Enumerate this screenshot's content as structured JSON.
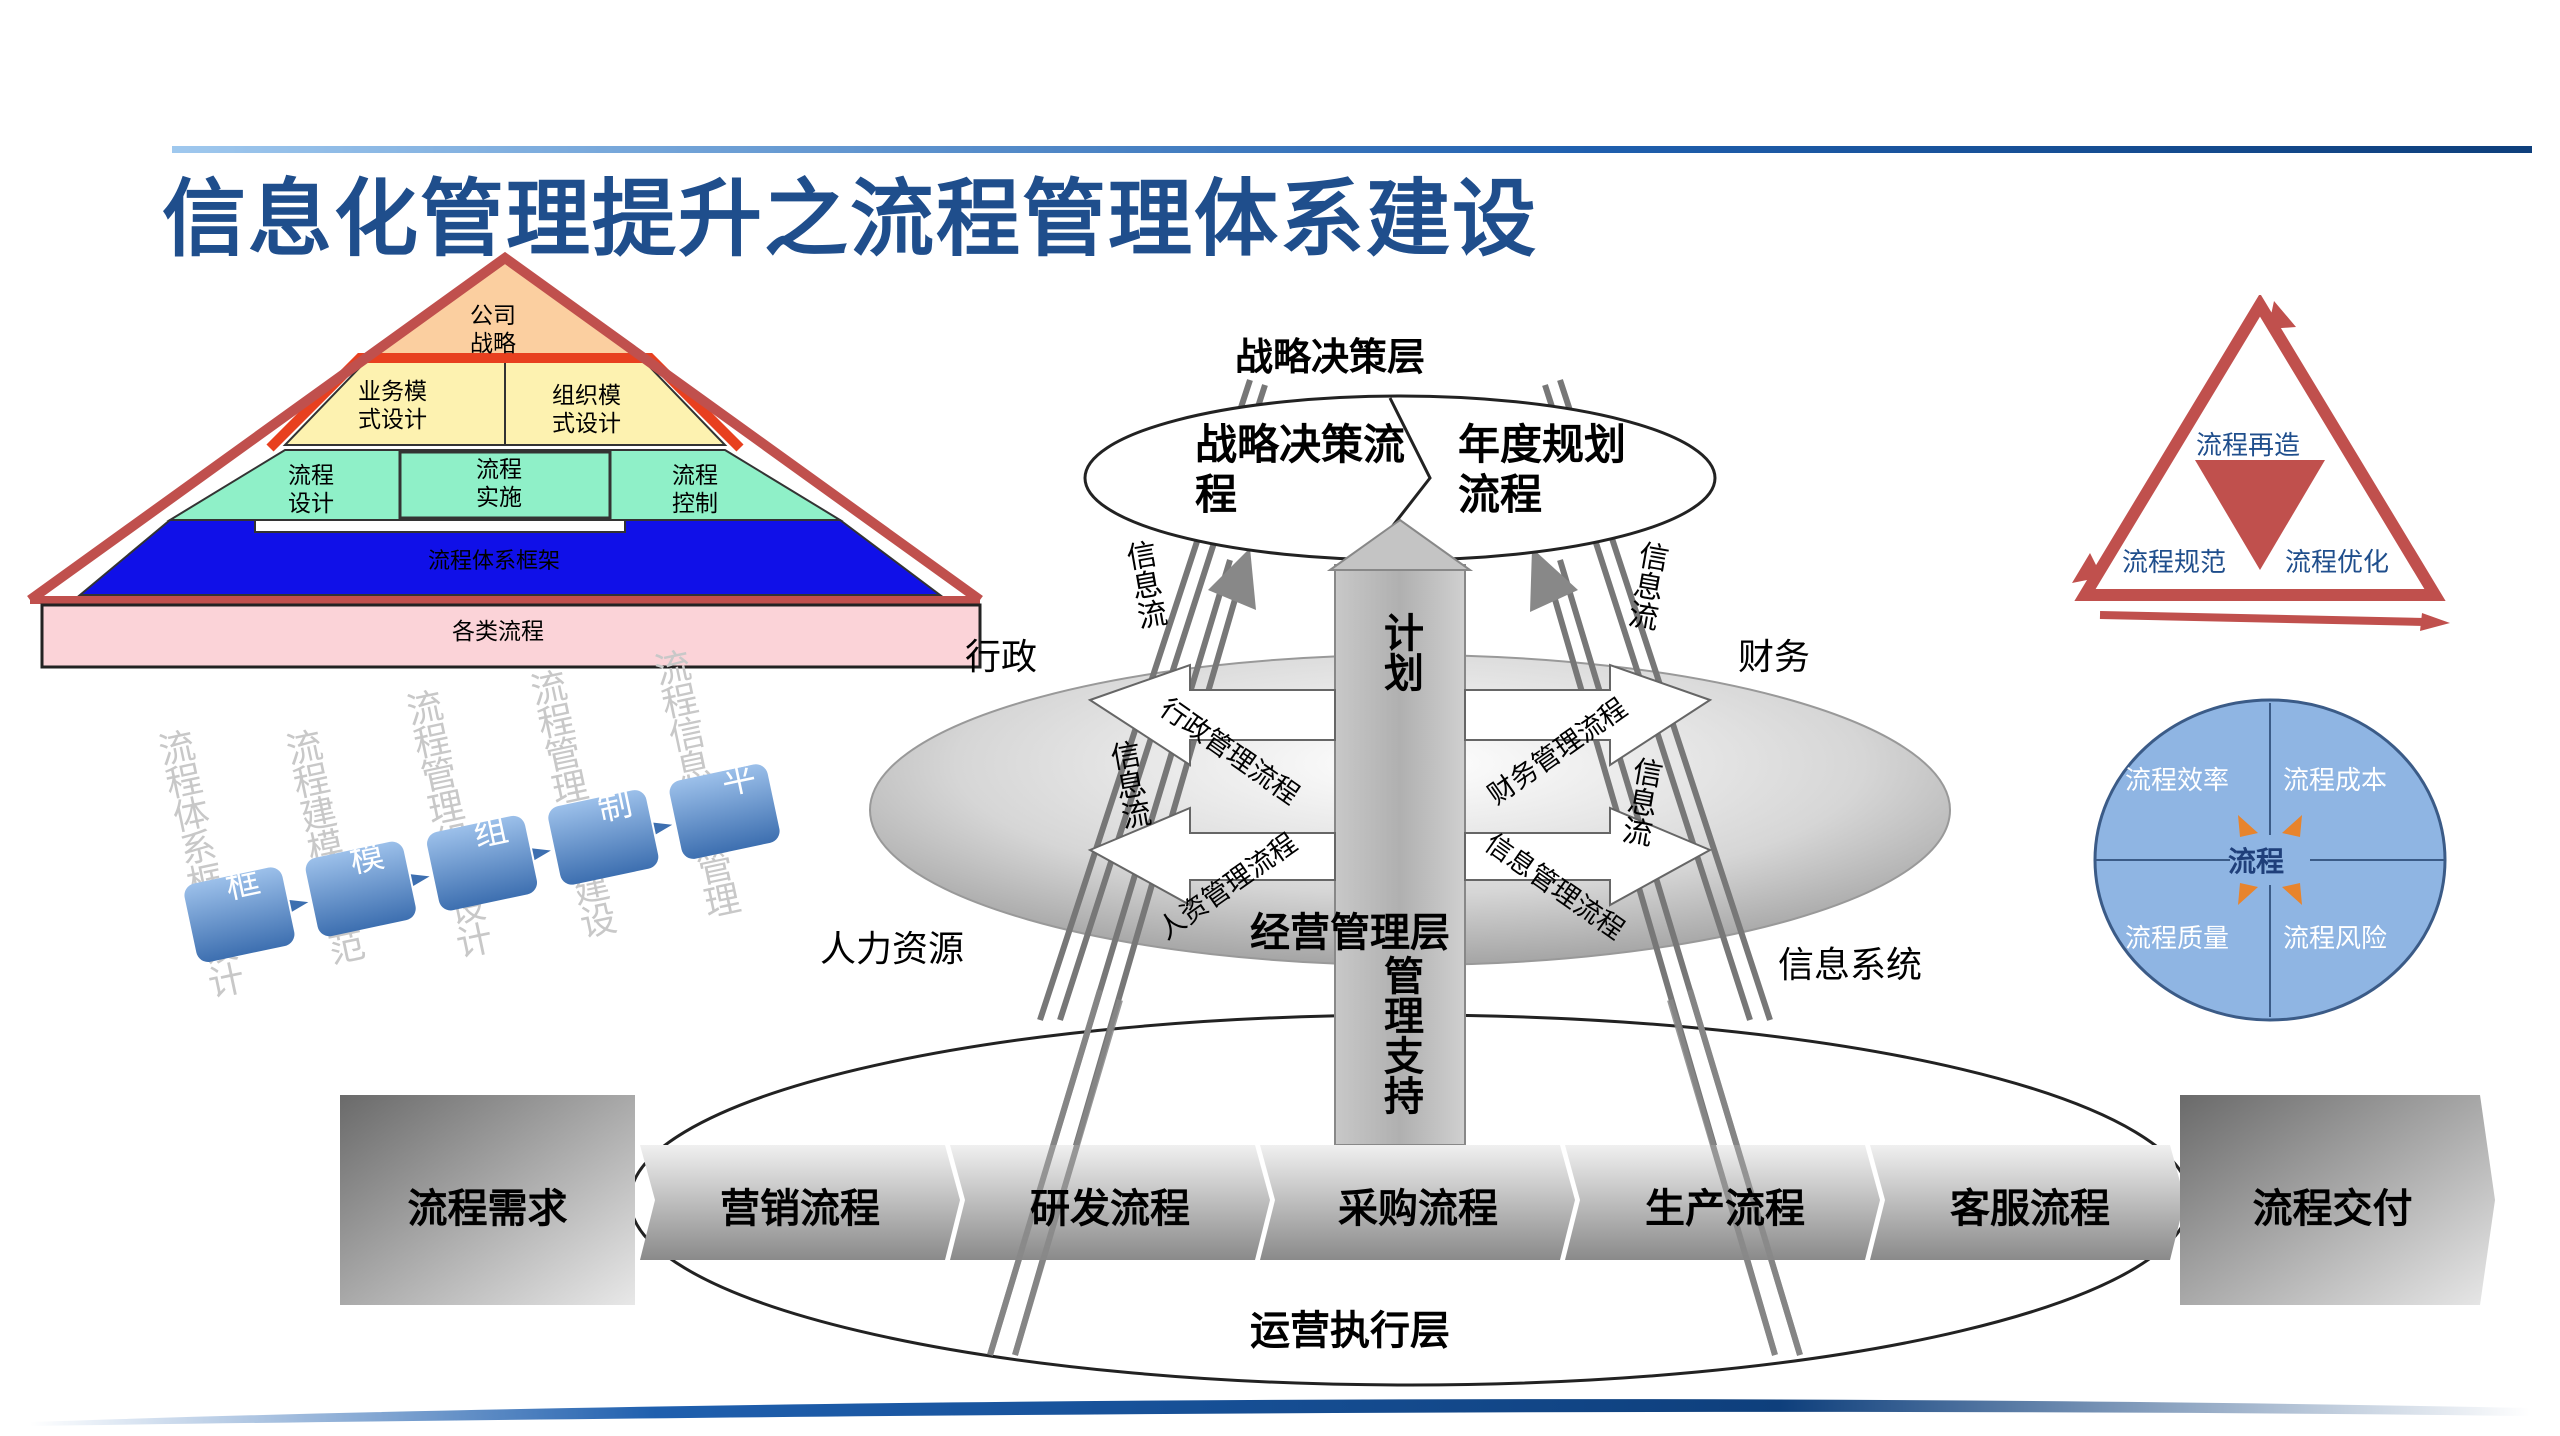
{
  "title": "信息化管理提升之流程管理体系建设",
  "pyramid": {
    "apex": "公司\n战略",
    "row2_left": "业务模\n式设计",
    "row2_right": "组织模\n式设计",
    "row3_left": "流程\n设计",
    "row3_mid": "流程\n实施",
    "row3_right": "流程\n控制",
    "framework": "流程体系框架",
    "base": "各类流程"
  },
  "steps": [
    {
      "box": "系\n框",
      "fade": "流\n程\n体\n系\n框\n架\n设\n计"
    },
    {
      "box": "建\n模",
      "fade": "流\n程\n建\n模\n与\n规\n范"
    },
    {
      "box": "理\n组",
      "fade": "流\n程\n管\n理\n组\n织\n设\n计"
    },
    {
      "box": "理\n制",
      "fade": "流\n程\n管\n理\n制\n度\n建\n设"
    },
    {
      "box": "息\n平",
      "fade": "流\n程\n信\n息\n平\n台\n管\n理"
    }
  ],
  "diagram": {
    "strategy_layer": "战略决策层",
    "strategy_flow": "战略决策流程",
    "annual_plan": "年度规划流程",
    "plan": "计划",
    "info_flow": "信息流",
    "admin": "行政",
    "finance": "财务",
    "hr": "人力资源",
    "it_system": "信息系统",
    "admin_process": "行政管理流程",
    "hr_process": "人资管理流程",
    "finance_process": "财务管理流程",
    "info_process": "信息管理流程",
    "ops_mgmt_layer": "经营管理层",
    "mgmt_support": "管理支持",
    "exec_layer": "运营执行层",
    "chain": [
      "流程需求",
      "营销流程",
      "研发流程",
      "采购流程",
      "生产流程",
      "客服流程",
      "流程交付"
    ]
  },
  "cycle": {
    "top": "流程再造",
    "left": "流程规范",
    "right": "流程优化"
  },
  "circle": {
    "center": "流程",
    "tl": "流程效率",
    "tr": "流程成本",
    "bl": "流程质量",
    "br": "流程风险"
  },
  "colors": {
    "title": "#1f4e8c",
    "pyramid_apex": "#fbcfa0",
    "pyramid_row2": "#fdf2b0",
    "pyramid_row3": "#8ff0c8",
    "pyramid_framework": "#1010e8",
    "pyramid_base": "#fbd3d8",
    "pyramid_outline": "#c0504d",
    "cycle_red": "#c0504d",
    "circle_fill": "#8fb5e3"
  }
}
